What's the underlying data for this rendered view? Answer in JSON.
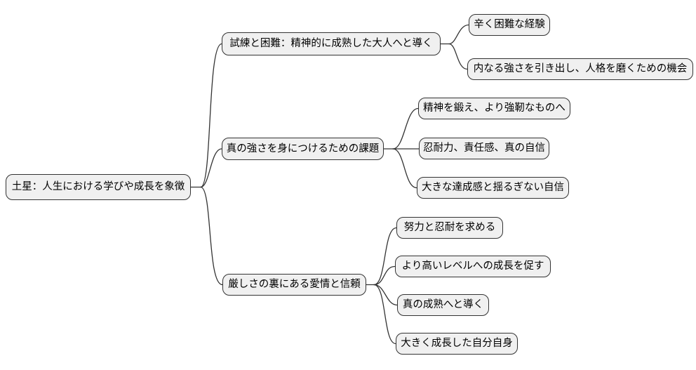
{
  "diagram": {
    "type": "mindmap",
    "colors": {
      "background": "#ffffff",
      "node_fill": "#f0f0f0",
      "node_border": "#333333",
      "edge": "#333333",
      "text": "#000000"
    },
    "root": {
      "label": "土星：人生における学びや成長を象徴"
    },
    "branches": [
      {
        "label": "試練と困難：精神的に成熟した大人へと導く",
        "children": [
          {
            "label": "辛く困難な経験"
          },
          {
            "label": "内なる強さを引き出し、人格を磨くための機会"
          }
        ]
      },
      {
        "label": "真の強さを身につけるための課題",
        "children": [
          {
            "label": "精神を鍛え、より強靭なものへ"
          },
          {
            "label": "忍耐力、責任感、真の自信"
          },
          {
            "label": "大きな達成感と揺るぎない自信"
          }
        ]
      },
      {
        "label": "厳しさの裏にある愛情と信頼",
        "children": [
          {
            "label": "努力と忍耐を求める"
          },
          {
            "label": "より高いレベルへの成長を促す"
          },
          {
            "label": "真の成熟へと導く"
          },
          {
            "label": "大きく成長した自分自身"
          }
        ]
      }
    ]
  }
}
